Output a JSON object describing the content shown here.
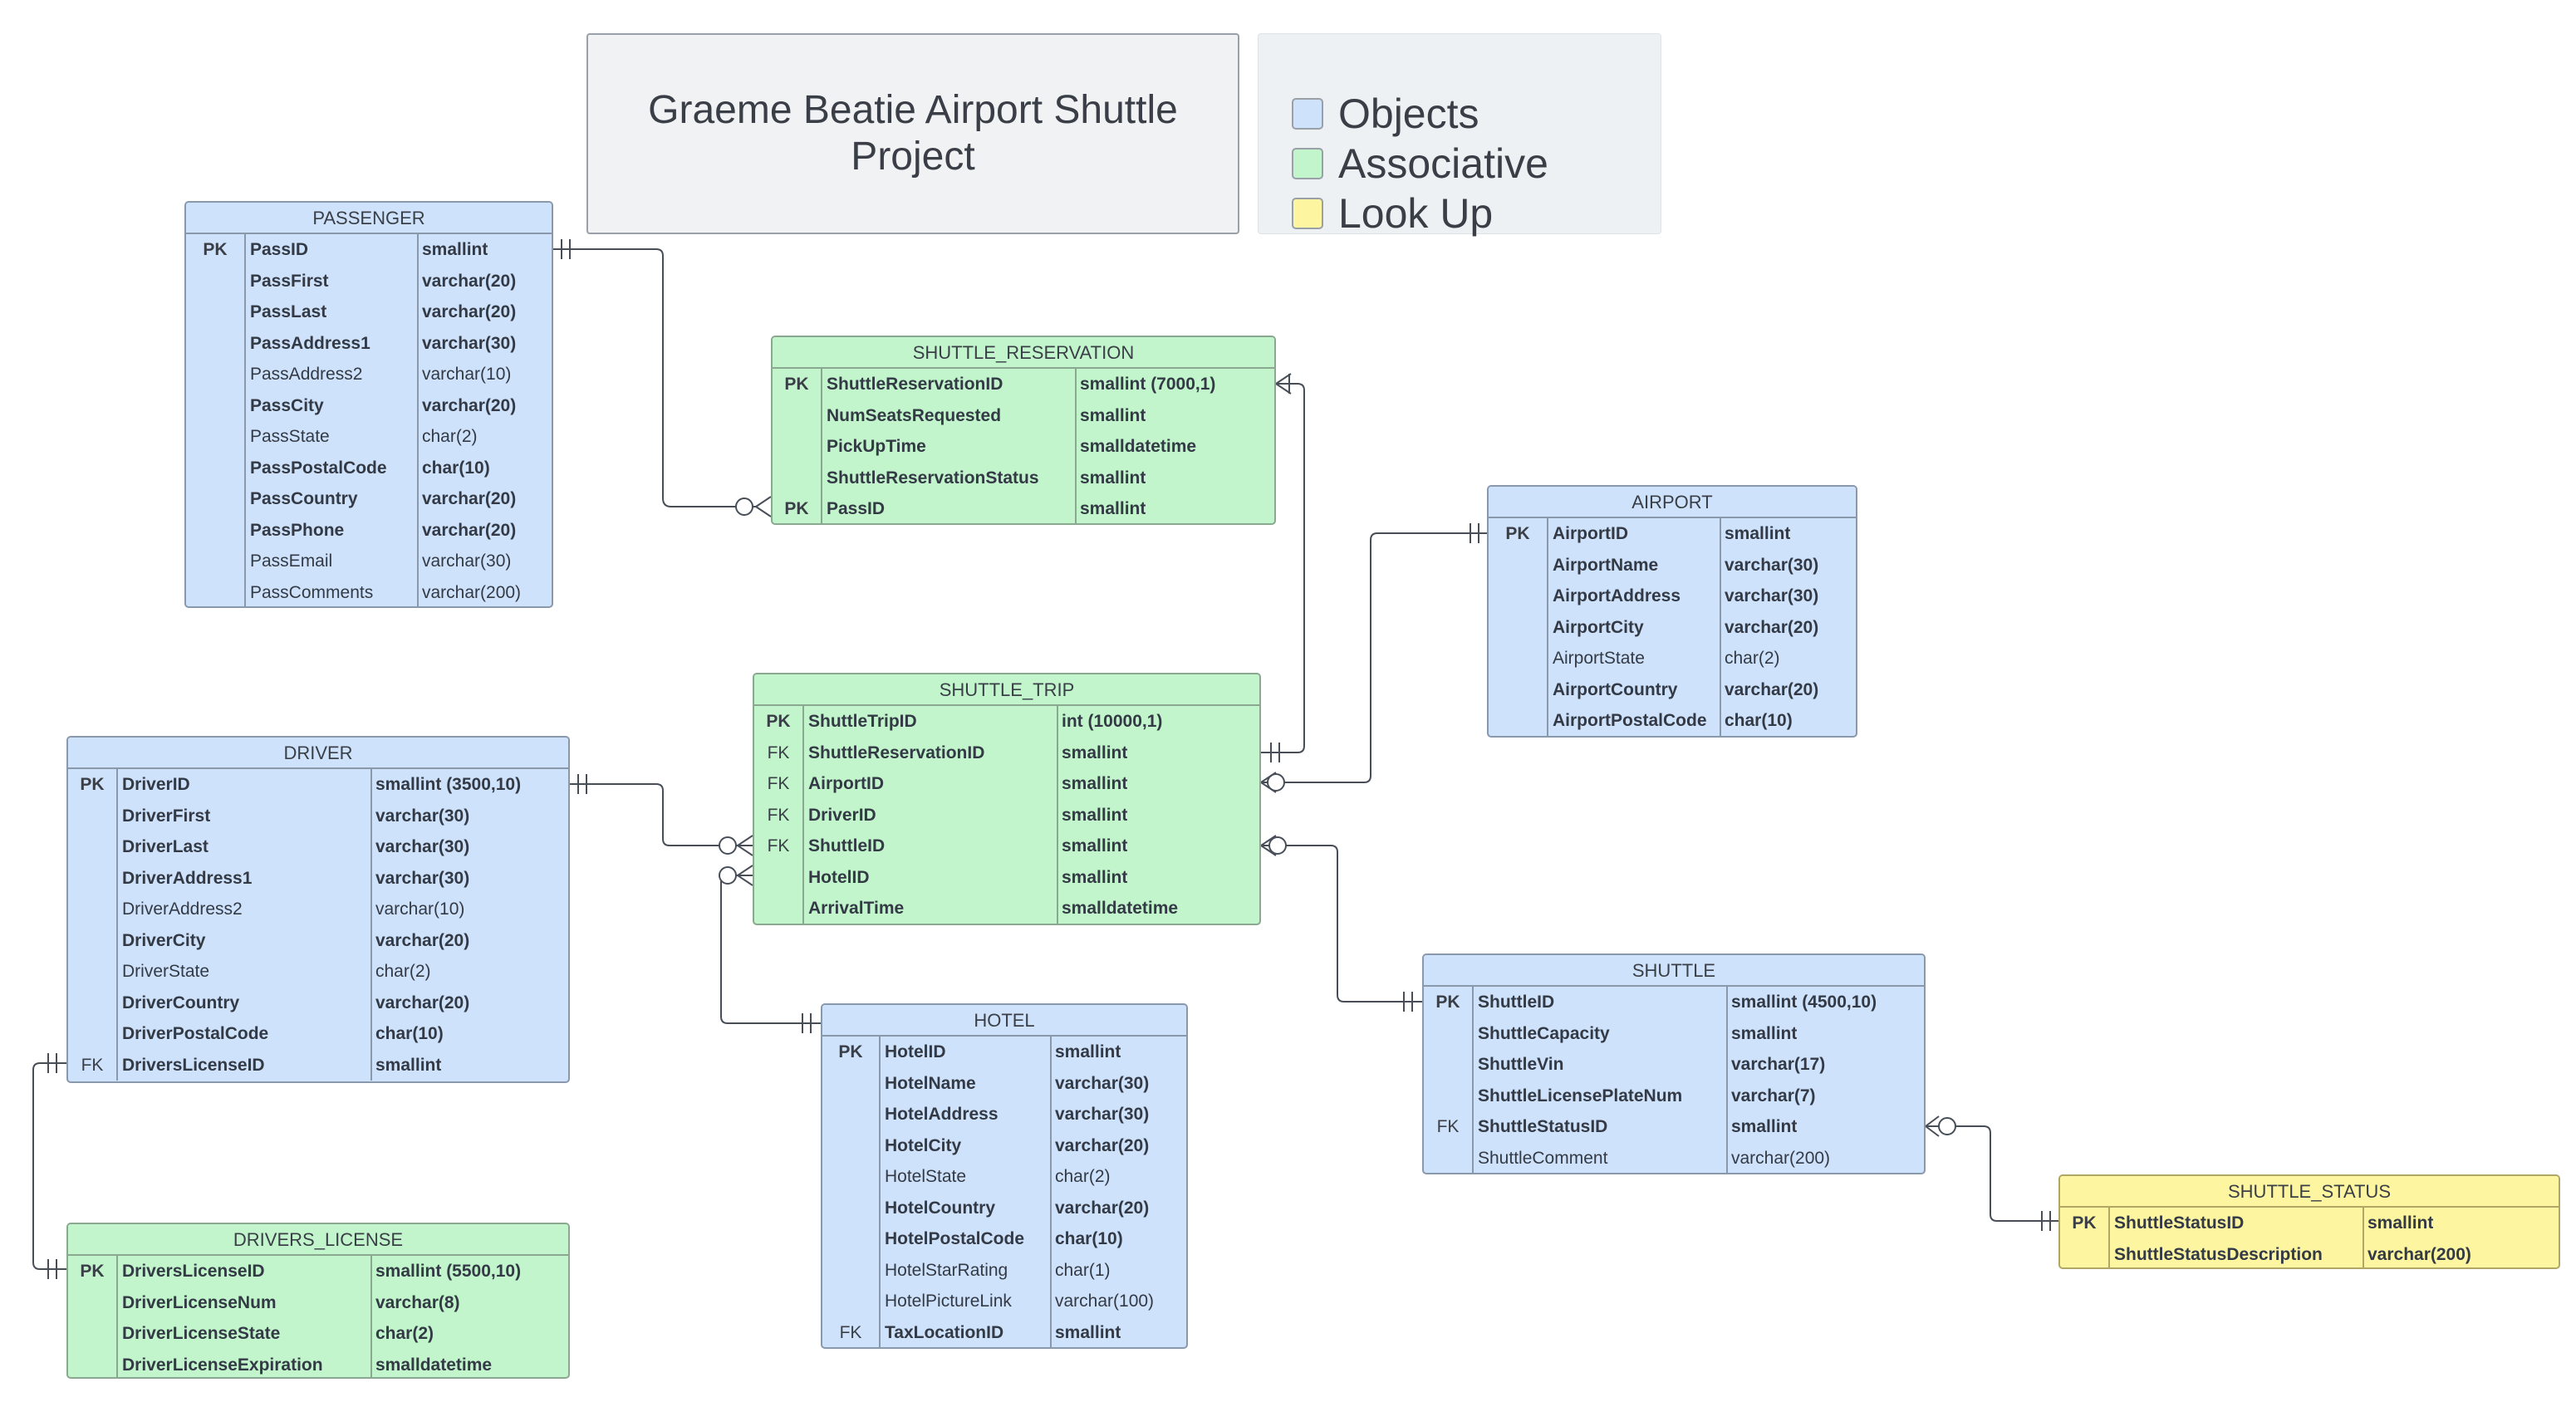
{
  "diagram": {
    "title": "Graeme Beatie Airport Shuttle Project",
    "legend": [
      {
        "label": "Objects",
        "color": "#cfe2fb"
      },
      {
        "label": "Associative",
        "color": "#c2f5cc"
      },
      {
        "label": "Look Up",
        "color": "#fdf59f"
      }
    ]
  },
  "entities": {
    "passenger": {
      "name": "PASSENGER",
      "rows": [
        {
          "key": "PK",
          "field": "PassID",
          "type": "smallint",
          "bold": true
        },
        {
          "key": "",
          "field": "PassFirst",
          "type": "varchar(20)",
          "bold": true
        },
        {
          "key": "",
          "field": "PassLast",
          "type": "varchar(20)",
          "bold": true
        },
        {
          "key": "",
          "field": "PassAddress1",
          "type": "varchar(30)",
          "bold": true
        },
        {
          "key": "",
          "field": "PassAddress2",
          "type": "varchar(10)",
          "bold": false
        },
        {
          "key": "",
          "field": "PassCity",
          "type": "varchar(20)",
          "bold": true
        },
        {
          "key": "",
          "field": "PassState",
          "type": "char(2)",
          "bold": false
        },
        {
          "key": "",
          "field": "PassPostalCode",
          "type": "char(10)",
          "bold": true
        },
        {
          "key": "",
          "field": "PassCountry",
          "type": "varchar(20)",
          "bold": true
        },
        {
          "key": "",
          "field": "PassPhone",
          "type": "varchar(20)",
          "bold": true
        },
        {
          "key": "",
          "field": "PassEmail",
          "type": "varchar(30)",
          "bold": false
        },
        {
          "key": "",
          "field": "PassComments",
          "type": "varchar(200)",
          "bold": false
        }
      ]
    },
    "shuttle_reservation": {
      "name": "SHUTTLE_RESERVATION",
      "rows": [
        {
          "key": "PK",
          "field": "ShuttleReservationID",
          "type": "smallint (7000,1)",
          "bold": true
        },
        {
          "key": "",
          "field": "NumSeatsRequested",
          "type": "smallint",
          "bold": true
        },
        {
          "key": "",
          "field": "PickUpTime",
          "type": "smalldatetime",
          "bold": true
        },
        {
          "key": "",
          "field": "ShuttleReservationStatus",
          "type": "smallint",
          "bold": true
        },
        {
          "key": "PK",
          "field": "PassID",
          "type": "smallint",
          "bold": true
        }
      ]
    },
    "airport": {
      "name": "AIRPORT",
      "rows": [
        {
          "key": "PK",
          "field": "AirportID",
          "type": "smallint",
          "bold": true
        },
        {
          "key": "",
          "field": "AirportName",
          "type": "varchar(30)",
          "bold": true
        },
        {
          "key": "",
          "field": "AirportAddress",
          "type": "varchar(30)",
          "bold": true
        },
        {
          "key": "",
          "field": "AirportCity",
          "type": "varchar(20)",
          "bold": true
        },
        {
          "key": "",
          "field": "AirportState",
          "type": "char(2)",
          "bold": false
        },
        {
          "key": "",
          "field": "AirportCountry",
          "type": "varchar(20)",
          "bold": true
        },
        {
          "key": "",
          "field": "AirportPostalCode",
          "type": "char(10)",
          "bold": true
        }
      ]
    },
    "shuttle_trip": {
      "name": "SHUTTLE_TRIP",
      "rows": [
        {
          "key": "PK",
          "field": "ShuttleTripID",
          "type": "int (10000,1)",
          "bold": true
        },
        {
          "key": "FK",
          "field": "ShuttleReservationID",
          "type": "smallint",
          "bold": true
        },
        {
          "key": "FK",
          "field": "AirportID",
          "type": "smallint",
          "bold": true
        },
        {
          "key": "FK",
          "field": "DriverID",
          "type": "smallint",
          "bold": true
        },
        {
          "key": "FK",
          "field": "ShuttleID",
          "type": "smallint",
          "bold": true
        },
        {
          "key": "",
          "field": "HotelID",
          "type": "smallint",
          "bold": true
        },
        {
          "key": "",
          "field": "ArrivalTime",
          "type": "smalldatetime",
          "bold": true
        }
      ]
    },
    "driver": {
      "name": "DRIVER",
      "rows": [
        {
          "key": "PK",
          "field": "DriverID",
          "type": "smallint (3500,10)",
          "bold": true
        },
        {
          "key": "",
          "field": "DriverFirst",
          "type": "varchar(30)",
          "bold": true
        },
        {
          "key": "",
          "field": "DriverLast",
          "type": "varchar(30)",
          "bold": true
        },
        {
          "key": "",
          "field": "DriverAddress1",
          "type": "varchar(30)",
          "bold": true
        },
        {
          "key": "",
          "field": "DriverAddress2",
          "type": "varchar(10)",
          "bold": false
        },
        {
          "key": "",
          "field": "DriverCity",
          "type": "varchar(20)",
          "bold": true
        },
        {
          "key": "",
          "field": "DriverState",
          "type": "char(2)",
          "bold": false
        },
        {
          "key": "",
          "field": "DriverCountry",
          "type": "varchar(20)",
          "bold": true
        },
        {
          "key": "",
          "field": "DriverPostalCode",
          "type": "char(10)",
          "bold": true
        },
        {
          "key": "FK",
          "field": "DriversLicenseID",
          "type": "smallint",
          "bold": true
        }
      ]
    },
    "shuttle": {
      "name": "SHUTTLE",
      "rows": [
        {
          "key": "PK",
          "field": "ShuttleID",
          "type": "smallint (4500,10)",
          "bold": true
        },
        {
          "key": "",
          "field": "ShuttleCapacity",
          "type": "smallint",
          "bold": true
        },
        {
          "key": "",
          "field": "ShuttleVin",
          "type": "varchar(17)",
          "bold": true
        },
        {
          "key": "",
          "field": "ShuttleLicensePlateNum",
          "type": "varchar(7)",
          "bold": true
        },
        {
          "key": "FK",
          "field": "ShuttleStatusID",
          "type": "smallint",
          "bold": true
        },
        {
          "key": "",
          "field": "ShuttleComment",
          "type": "varchar(200)",
          "bold": false
        }
      ]
    },
    "hotel": {
      "name": "HOTEL",
      "rows": [
        {
          "key": "PK",
          "field": "HotelID",
          "type": "smallint",
          "bold": true
        },
        {
          "key": "",
          "field": "HotelName",
          "type": "varchar(30)",
          "bold": true
        },
        {
          "key": "",
          "field": "HotelAddress",
          "type": "varchar(30)",
          "bold": true
        },
        {
          "key": "",
          "field": "HotelCity",
          "type": "varchar(20)",
          "bold": true
        },
        {
          "key": "",
          "field": "HotelState",
          "type": "char(2)",
          "bold": false
        },
        {
          "key": "",
          "field": "HotelCountry",
          "type": "varchar(20)",
          "bold": true
        },
        {
          "key": "",
          "field": "HotelPostalCode",
          "type": "char(10)",
          "bold": true
        },
        {
          "key": "",
          "field": "HotelStarRating",
          "type": "char(1)",
          "bold": false
        },
        {
          "key": "",
          "field": "HotelPictureLink",
          "type": "varchar(100)",
          "bold": false
        },
        {
          "key": "FK",
          "field": "TaxLocationID",
          "type": "smallint",
          "bold": true
        }
      ]
    },
    "drivers_license": {
      "name": "DRIVERS_LICENSE",
      "rows": [
        {
          "key": "PK",
          "field": "DriversLicenseID",
          "type": "smallint (5500,10)",
          "bold": true
        },
        {
          "key": "",
          "field": "DriverLicenseNum",
          "type": "varchar(8)",
          "bold": true
        },
        {
          "key": "",
          "field": "DriverLicenseState",
          "type": "char(2)",
          "bold": true
        },
        {
          "key": "",
          "field": "DriverLicenseExpiration",
          "type": "smalldatetime",
          "bold": true
        }
      ]
    },
    "shuttle_status": {
      "name": "SHUTTLE_STATUS",
      "rows": [
        {
          "key": "PK",
          "field": "ShuttleStatusID",
          "type": "smallint",
          "bold": true
        },
        {
          "key": "",
          "field": "ShuttleStatusDescription",
          "type": "varchar(200)",
          "bold": true
        }
      ]
    }
  }
}
